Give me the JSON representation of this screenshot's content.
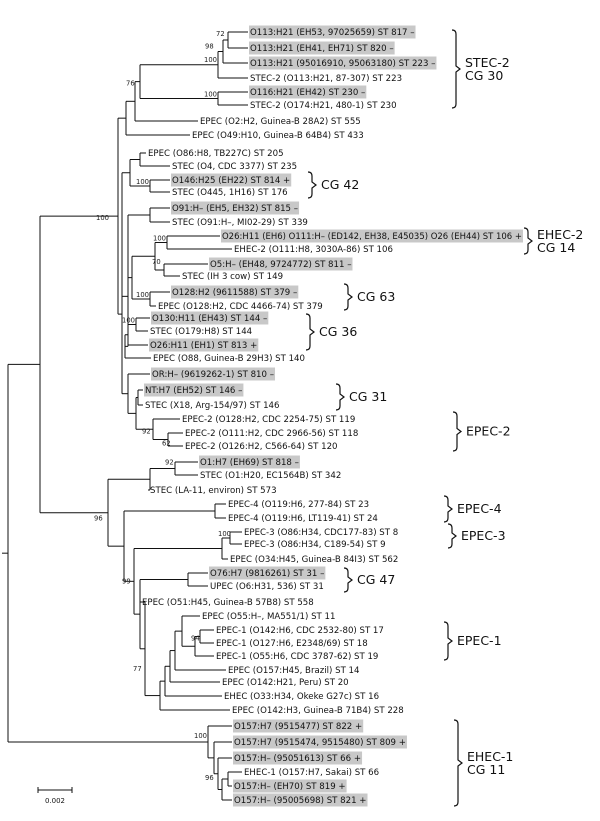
{
  "leaves": [
    {
      "label": "O113:H21 (EH53, 97025659) ST 817 –",
      "hl": true
    },
    {
      "label": "O113:H21 (EH41, EH71) ST 820 –",
      "hl": true
    },
    {
      "label": "O113:H21 (95016910, 95063180) ST 223 –",
      "hl": true
    },
    {
      "label": "STEC-2 (O113:H21, 87-307) ST 223",
      "hl": false
    },
    {
      "label": "O116:H21 (EH42) ST 230 –",
      "hl": true
    },
    {
      "label": "STEC-2 (O174:H21, 480-1) ST 230",
      "hl": false
    },
    {
      "label": "EPEC (O2:H2, Guinea-B 28A2) ST 555",
      "hl": false
    },
    {
      "label": "EPEC (O49:H10, Guinea-B 64B4) ST 433",
      "hl": false
    },
    {
      "label": "EPEC (O86:H8, TB227C) ST 205",
      "hl": false
    },
    {
      "label": "STEC (O4, CDC 3377) ST 235",
      "hl": false
    },
    {
      "label": "O146:H25 (EH22) ST 814 +",
      "hl": true
    },
    {
      "label": "STEC (O445, 1H16) ST 176",
      "hl": false
    },
    {
      "label": "O91:H– (EH5, EH32) ST 815 –",
      "hl": true
    },
    {
      "label": "STEC (O91:H–, MI02-29) ST 339",
      "hl": false
    },
    {
      "label": "O26:H11 (EH6) O111:H– (ED142, EH38, E45035) O26 (EH44) ST 106 +",
      "hl": true
    },
    {
      "label": "EHEC-2 (O111:H8, 3030A-86) ST 106",
      "hl": false
    },
    {
      "label": "O5:H– (EH48, 9724772) ST 811 –",
      "hl": true
    },
    {
      "label": "STEC (IH 3 cow) ST 149",
      "hl": false
    },
    {
      "label": "O128:H2 (9611588) ST 379 –",
      "hl": true
    },
    {
      "label": "EPEC (O128:H2, CDC 4466-74) ST 379",
      "hl": false
    },
    {
      "label": "O130:H11 (EH43) ST 144 –",
      "hl": true
    },
    {
      "label": "STEC (O179:H8) ST 144",
      "hl": false
    },
    {
      "label": "O26:H11 (EH1) ST 813 +",
      "hl": true
    },
    {
      "label": "EPEC (O88, Guinea-B 29H3) ST 140",
      "hl": false
    },
    {
      "label": "OR:H– (9619262-1) ST 810 –",
      "hl": true
    },
    {
      "label": "NT:H7 (EH52) ST 146 –",
      "hl": true
    },
    {
      "label": "STEC (X18, Arg-154/97) ST 146",
      "hl": false
    },
    {
      "label": "EPEC-2 (O128:H2, CDC 2254-75) ST 119",
      "hl": false
    },
    {
      "label": "EPEC-2 (O111:H2, CDC 2966-56) ST 118",
      "hl": false
    },
    {
      "label": "EPEC-2 (O126:H2, C566-64) ST 120",
      "hl": false
    },
    {
      "label": "O1:H7 (EH69) ST 818 –",
      "hl": true
    },
    {
      "label": "STEC (O1:H20, EC1564B) ST 342",
      "hl": false
    },
    {
      "label": "STEC (LA-11, environ) ST 573",
      "hl": false
    },
    {
      "label": "EPEC-4 (O119:H6, 277-84) ST 23",
      "hl": false
    },
    {
      "label": "EPEC-4 (O119:H6, LT119-41) ST 24",
      "hl": false
    },
    {
      "label": "EPEC-3 (O86:H34, CDC177-83) ST 8",
      "hl": false
    },
    {
      "label": "EPEC-3 (O86:H34, C189-54) ST 9",
      "hl": false
    },
    {
      "label": "EPEC (O34:H45, Guinea-B 84I3) ST 562",
      "hl": false
    },
    {
      "label": "O76:H7 (9816261) ST 31 –",
      "hl": true
    },
    {
      "label": "UPEC (O6:H31, 536) ST 31",
      "hl": false
    },
    {
      "label": "EPEC (O51:H45, Guinea-B 57B8) ST 558",
      "hl": false
    },
    {
      "label": "EPEC (O55:H–, MA551/1) ST 11",
      "hl": false
    },
    {
      "label": "EPEC-1 (O142:H6, CDC 2532-80) ST 17",
      "hl": false
    },
    {
      "label": "EPEC-1 (O127:H6, E2348/69) ST 18",
      "hl": false
    },
    {
      "label": "EPEC-1 (O55:H6, CDC 3787-62) ST 19",
      "hl": false
    },
    {
      "label": "EPEC (O157:H45, Brazil) ST 14",
      "hl": false
    },
    {
      "label": "EPEC (O142:H21, Peru) ST 20",
      "hl": false
    },
    {
      "label": "EHEC (O33:H34, Okeke G27c) ST 16",
      "hl": false
    },
    {
      "label": "EPEC (O142:H3, Guinea-B 71B4) ST 228",
      "hl": false
    },
    {
      "label": "O157:H7 (9515477) ST 822 +",
      "hl": true
    },
    {
      "label": "O157:H7 (9515474, 9515480) ST 809 +",
      "hl": true
    },
    {
      "label": "O157:H– (95051613) ST 66 +",
      "hl": true
    },
    {
      "label": "EHEC-1 (O157:H7, Sakai) ST 66",
      "hl": false
    },
    {
      "label": "O157:H– (EH70) ST 819 +",
      "hl": true
    },
    {
      "label": "O157:H– (95005698) ST 821 +",
      "hl": true
    }
  ],
  "bootstrap": [
    "72",
    "98",
    "100",
    "76",
    "100",
    "100",
    "100",
    "70",
    "100",
    "100",
    "100",
    "92",
    "62",
    "92",
    "100",
    "99",
    "96",
    "77",
    "94",
    "96",
    "100"
  ],
  "groups": [
    {
      "lines": [
        "STEC-2",
        "CG 30"
      ]
    },
    {
      "lines": [
        "CG 42"
      ]
    },
    {
      "lines": [
        "EHEC-2",
        "CG 14"
      ]
    },
    {
      "lines": [
        "CG 63"
      ]
    },
    {
      "lines": [
        "CG 36"
      ]
    },
    {
      "lines": [
        "CG 31"
      ]
    },
    {
      "lines": [
        "EPEC-2"
      ]
    },
    {
      "lines": [
        "EPEC-4"
      ]
    },
    {
      "lines": [
        "EPEC-3"
      ]
    },
    {
      "lines": [
        "CG 47"
      ]
    },
    {
      "lines": [
        "EPEC-1"
      ]
    },
    {
      "lines": [
        "EHEC-1",
        "CG 11"
      ]
    }
  ],
  "scale_label": "0.002",
  "colors": {
    "highlight": "#c8c8c8",
    "line": "#111111",
    "text": "#111111"
  }
}
